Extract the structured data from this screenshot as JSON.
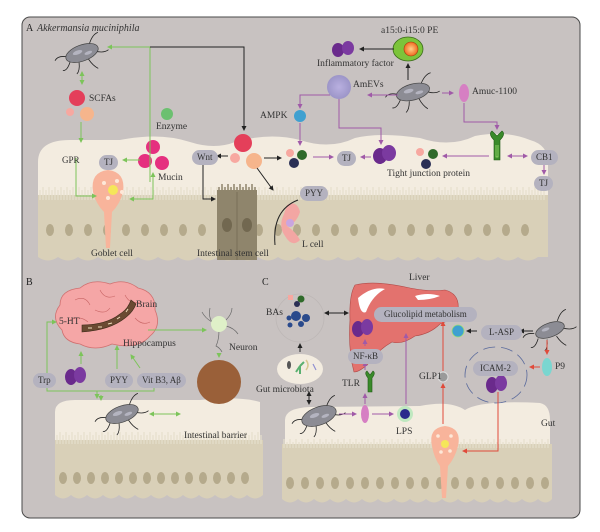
{
  "figure": {
    "title": "Akkermansia muciniphila mechanisms: intestinal barrier, gut-brain axis, gut-liver axis",
    "colors": {
      "background": "#c8c2c1",
      "frame": "#4a4a4a",
      "mucus_layer": "#f3ece0",
      "epithelium": "#d9d0b8",
      "nuclei": "#b5aa8c",
      "green_arrow": "#7cc45a",
      "purple_arrow": "#a05aa8",
      "black_arrow": "#222222",
      "red_arrow": "#e04a3a",
      "pill": "#b4b2bf",
      "scfa_red": "#e43f5a",
      "scfa_peach": "#f6b58c",
      "scfa_pink": "#f7a8a0",
      "mucin_magenta": "#e5307f",
      "enzyme_green": "#6cc070",
      "inflammatory_purple": "#6a2a8c",
      "ampk_blue": "#3fa0d0",
      "liver": "#e3726e",
      "brain": "#f5a6a6",
      "intestinal_barrier_brown": "#9a6039",
      "neuron": "#dff0c8"
    }
  },
  "panel_a": {
    "letter": "A",
    "species": "Akkermansia muciniphila",
    "labels": {
      "scfas": "SCFAs",
      "enzyme": "Enzyme",
      "gpr": "GPR",
      "tj1": "TJ",
      "mucin": "Mucin",
      "goblet_cell": "Goblet cell",
      "wnt": "Wnt",
      "intestinal_stem_cell": "Intestinal stem cell",
      "pyy": "PYY",
      "l_cell": "L cell",
      "ampk": "AMPK",
      "amevs": "AmEVs",
      "inflammatory_factor": "Inflammatory factor",
      "pe": "a15:0-i15:0 PE",
      "amuc": "Amuc-1100",
      "tj2": "TJ",
      "tight_junction_protein": "Tight junction protein",
      "cb1": "CB1",
      "tj3": "TJ"
    }
  },
  "panel_b": {
    "letter": "B",
    "labels": {
      "brain": "Brain",
      "five_ht": "5-HT",
      "hippocampus": "Hippocampus",
      "neuron": "Neuron",
      "trp": "Trp",
      "pyy": "PYY",
      "vit": "Vit B3, Aβ",
      "intestinal_barrier": "Intestinal barrier"
    }
  },
  "panel_c": {
    "letter": "C",
    "labels": {
      "liver": "Liver",
      "bas": "BAs",
      "glucolipid": "Glucolipid metabolism",
      "nfkb": "NF-κB",
      "l_asp": "L-ASP",
      "p9": "P9",
      "icam2": "ICAM-2",
      "glp1": "GLP1",
      "tlr": "TLR",
      "lps": "LPS",
      "gut_microbiota": "Gut microbiota",
      "gut": "Gut"
    }
  }
}
